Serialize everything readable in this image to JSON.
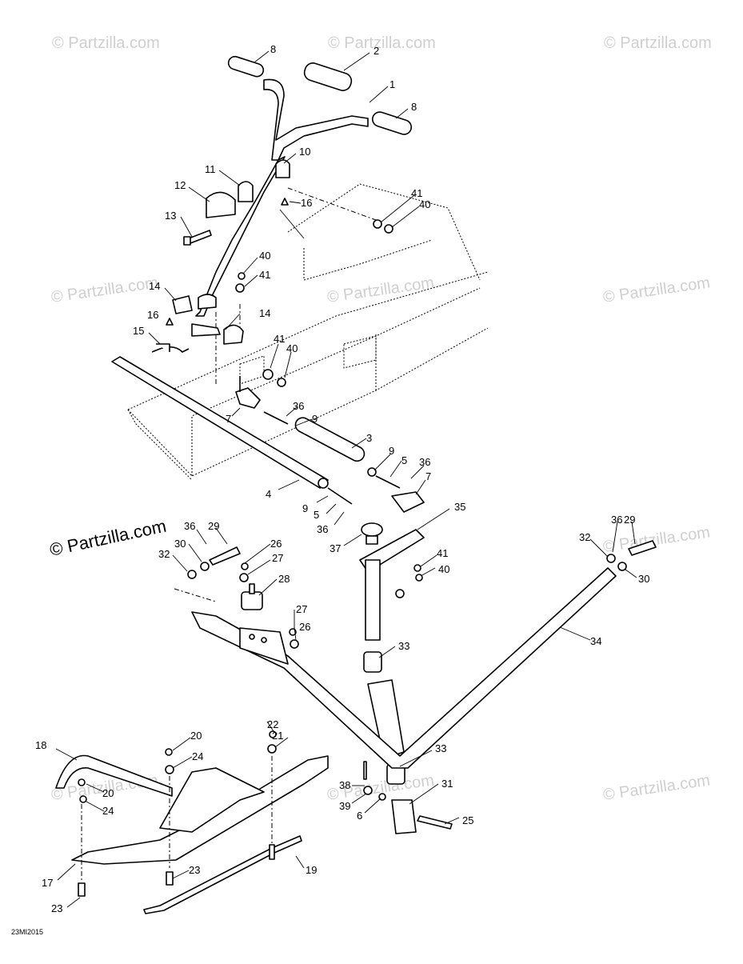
{
  "watermarks": {
    "light": "© Partzilla.com",
    "strong": "© Partzilla.com"
  },
  "drawing_code": "23MI2015",
  "callouts": [
    "1",
    "2",
    "3",
    "4",
    "5",
    "6",
    "7",
    "8",
    "9",
    "10",
    "11",
    "12",
    "13",
    "14",
    "15",
    "16",
    "17",
    "18",
    "19",
    "20",
    "21",
    "22",
    "23",
    "24",
    "25",
    "26",
    "27",
    "28",
    "29",
    "30",
    "31",
    "32",
    "33",
    "34",
    "35",
    "36",
    "37",
    "38",
    "39",
    "40",
    "41"
  ],
  "colors": {
    "line": "#000000",
    "watermark": "#cfcfcf",
    "background": "#ffffff"
  }
}
